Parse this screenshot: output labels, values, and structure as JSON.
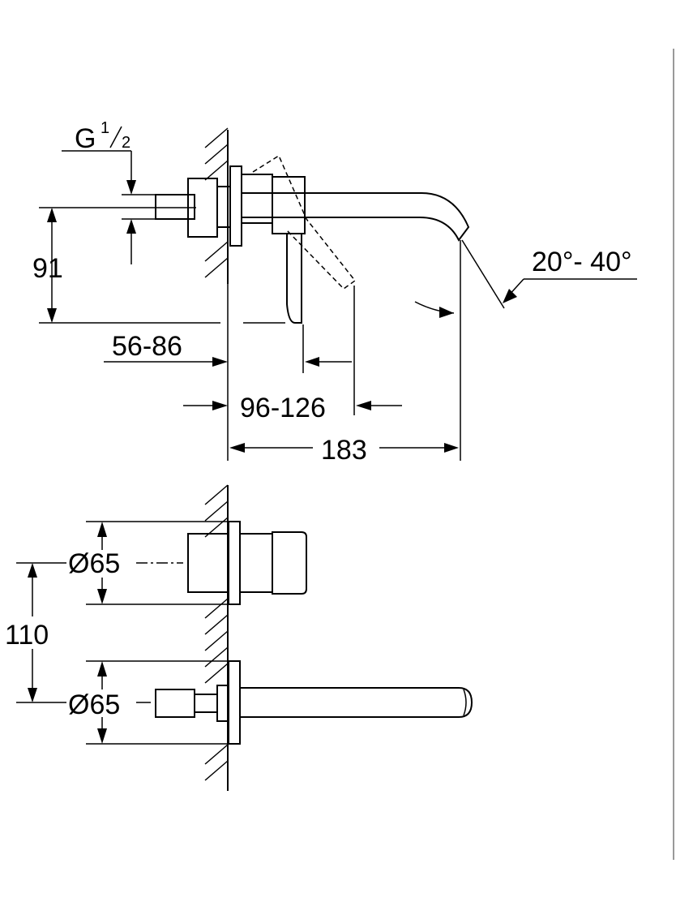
{
  "labels": {
    "thread_g": "G",
    "thread_num": "1",
    "thread_den": "2",
    "height_91": "91",
    "depth_56_86": "56-86",
    "depth_96_126": "96-126",
    "reach_183": "183",
    "angle_20_40": "20°- 40°",
    "dia_upper": "Ø65",
    "dia_lower": "Ø65",
    "spacing_110": "110"
  }
}
